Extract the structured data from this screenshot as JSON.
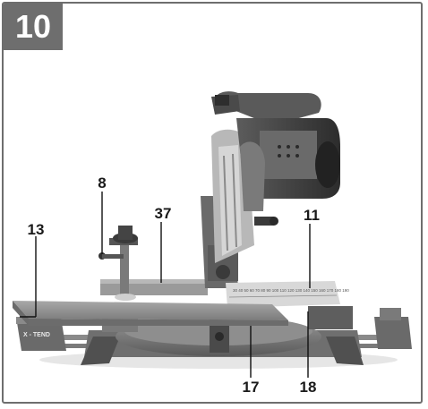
{
  "figure": {
    "number": "10",
    "labels": {
      "l8": "8",
      "l13": "13",
      "l37": "37",
      "l11": "11",
      "l17": "17",
      "l18": "18"
    },
    "base_label": "X - TEND",
    "scale_ticks": [
      "30",
      "40",
      "50",
      "60",
      "70",
      "80",
      "90",
      "100",
      "110",
      "120",
      "130",
      "140",
      "150",
      "160",
      "170",
      "180",
      "190"
    ]
  }
}
